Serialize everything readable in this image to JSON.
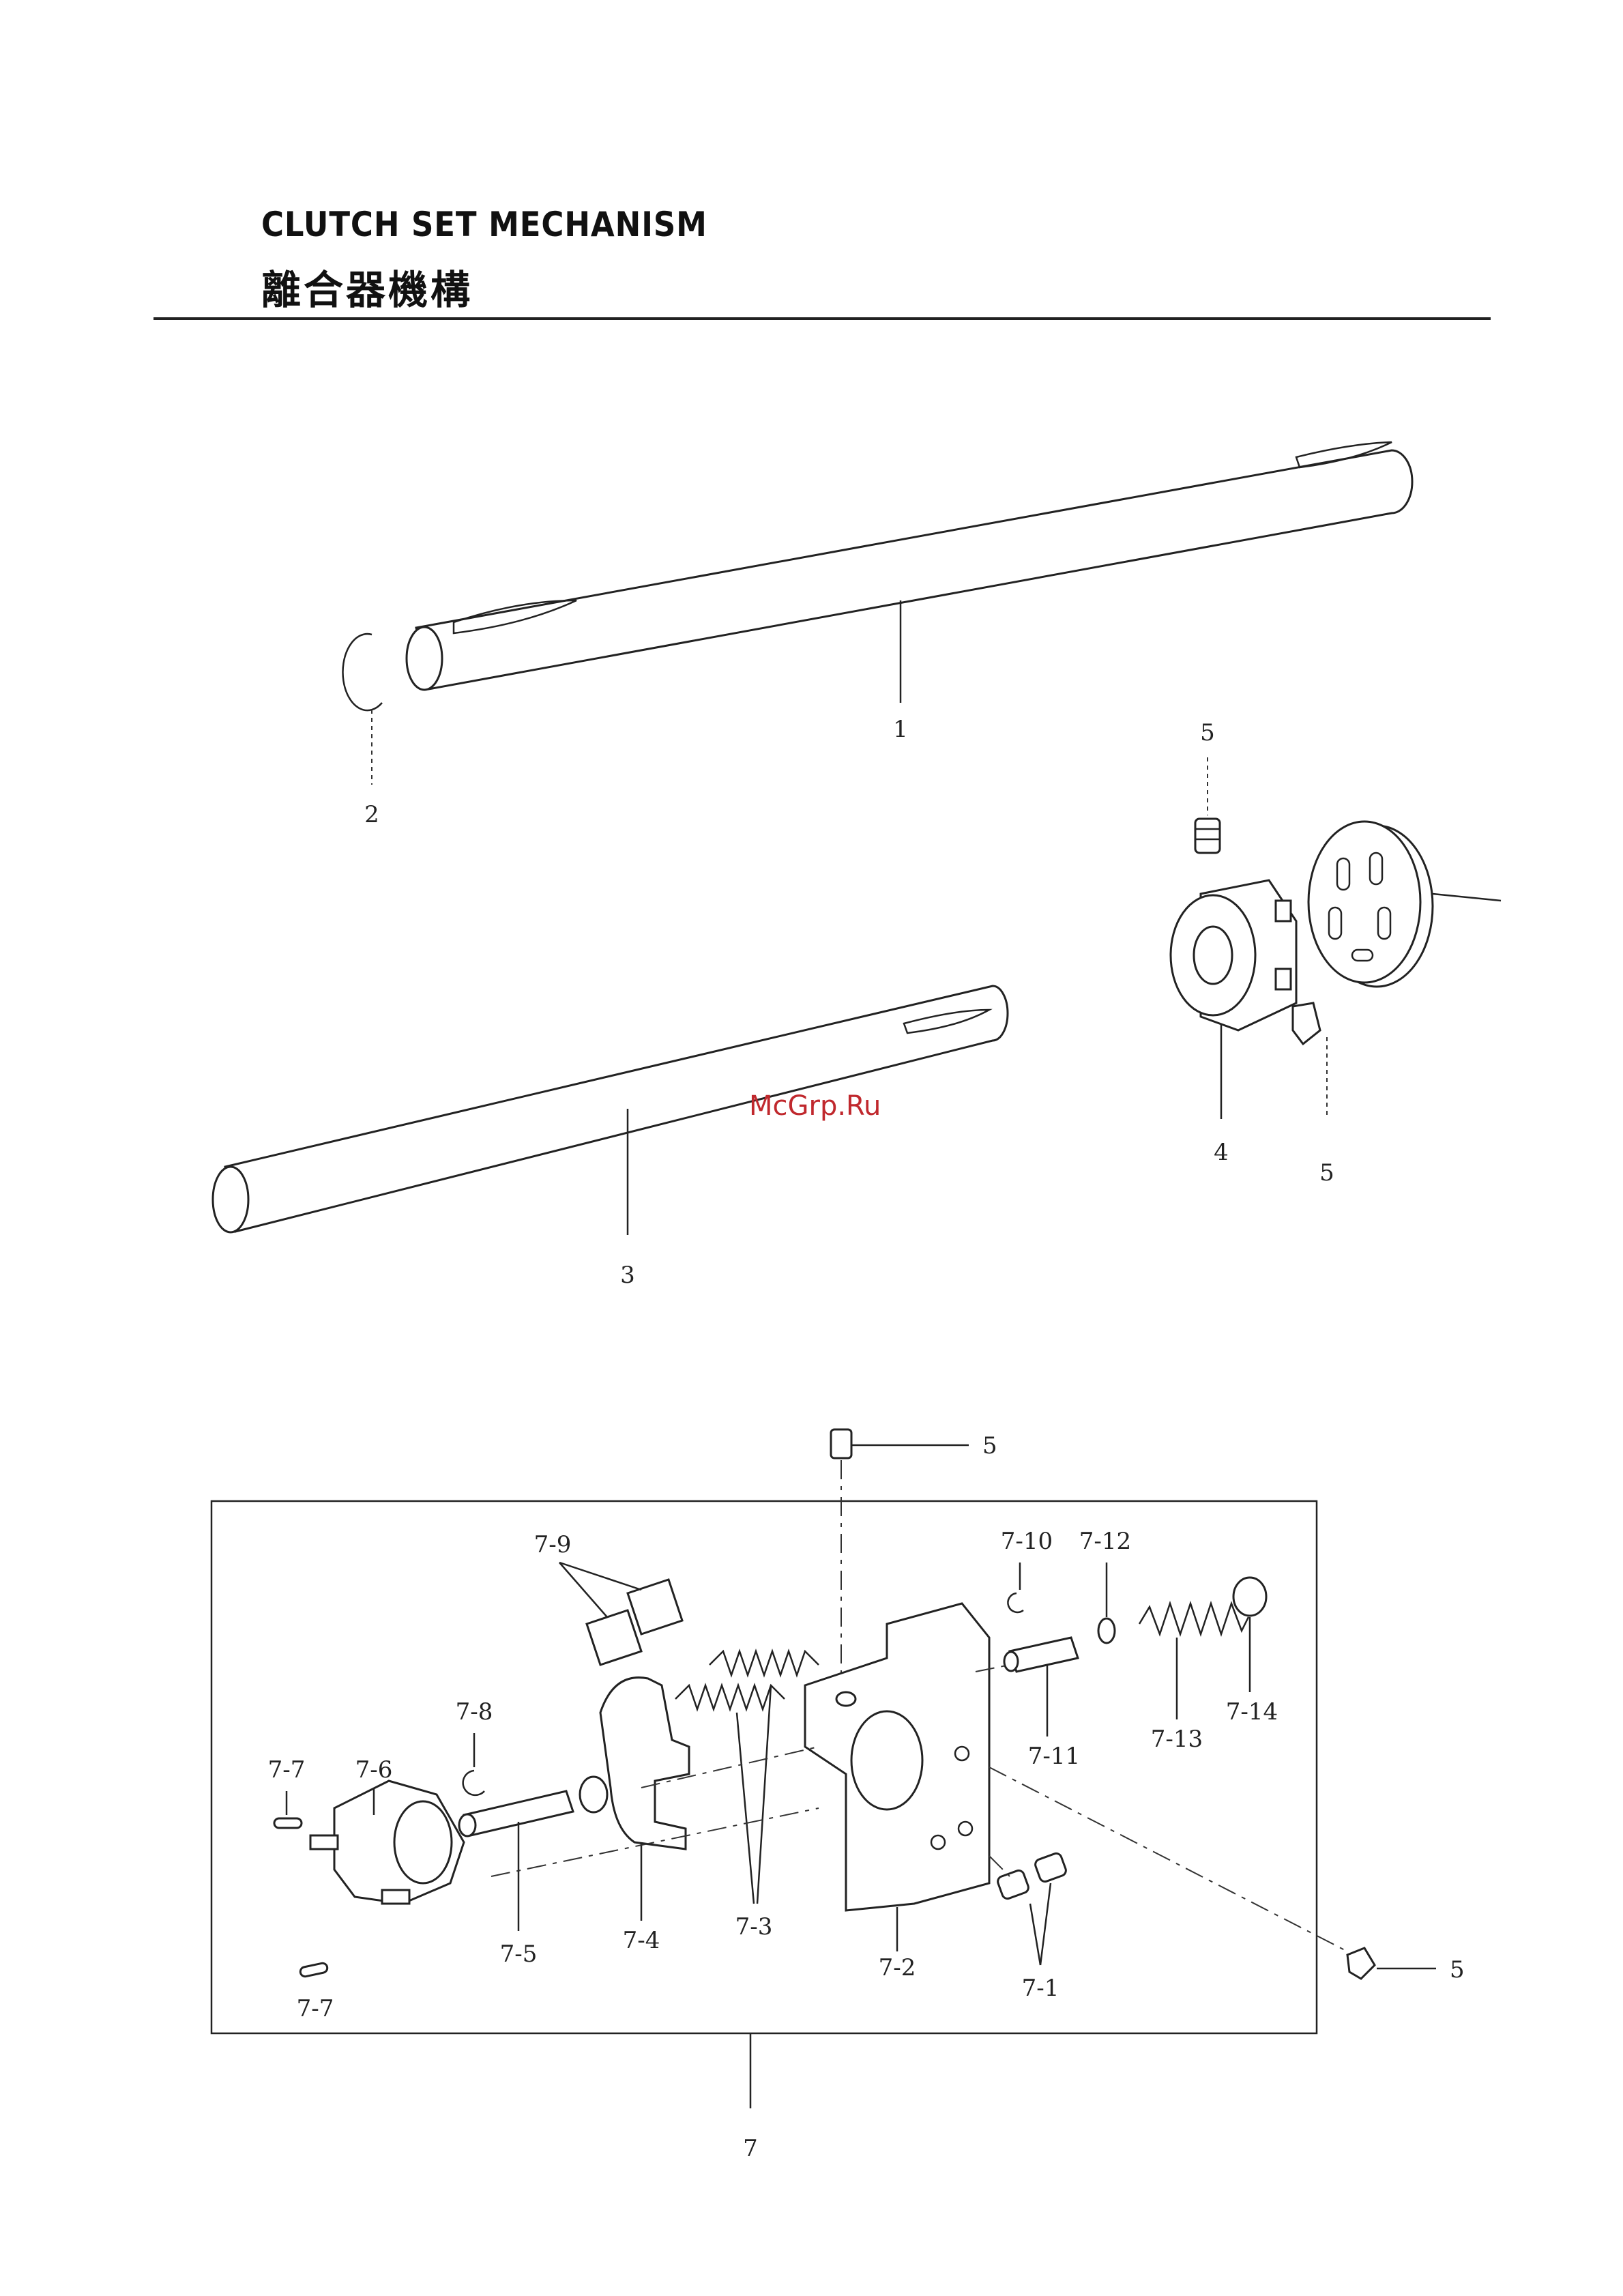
{
  "header": {
    "title": "CLUTCH SET MECHANISM",
    "subtitle": "離合器機構"
  },
  "watermark": "McGrp.Ru",
  "callouts": {
    "p1": "1",
    "p2": "2",
    "p3": "3",
    "p4": "4",
    "p5a": "5",
    "p5b": "5",
    "p5c": "5",
    "p5d": "5",
    "p7": "7",
    "p7_1": "7-1",
    "p7_2": "7-2",
    "p7_3": "7-3",
    "p7_4": "7-4",
    "p7_5": "7-5",
    "p7_6": "7-6",
    "p7_7a": "7-7",
    "p7_7b": "7-7",
    "p7_8": "7-8",
    "p7_9": "7-9",
    "p7_10": "7-10",
    "p7_11": "7-11",
    "p7_12": "7-12",
    "p7_13": "7-13",
    "p7_14": "7-14"
  }
}
